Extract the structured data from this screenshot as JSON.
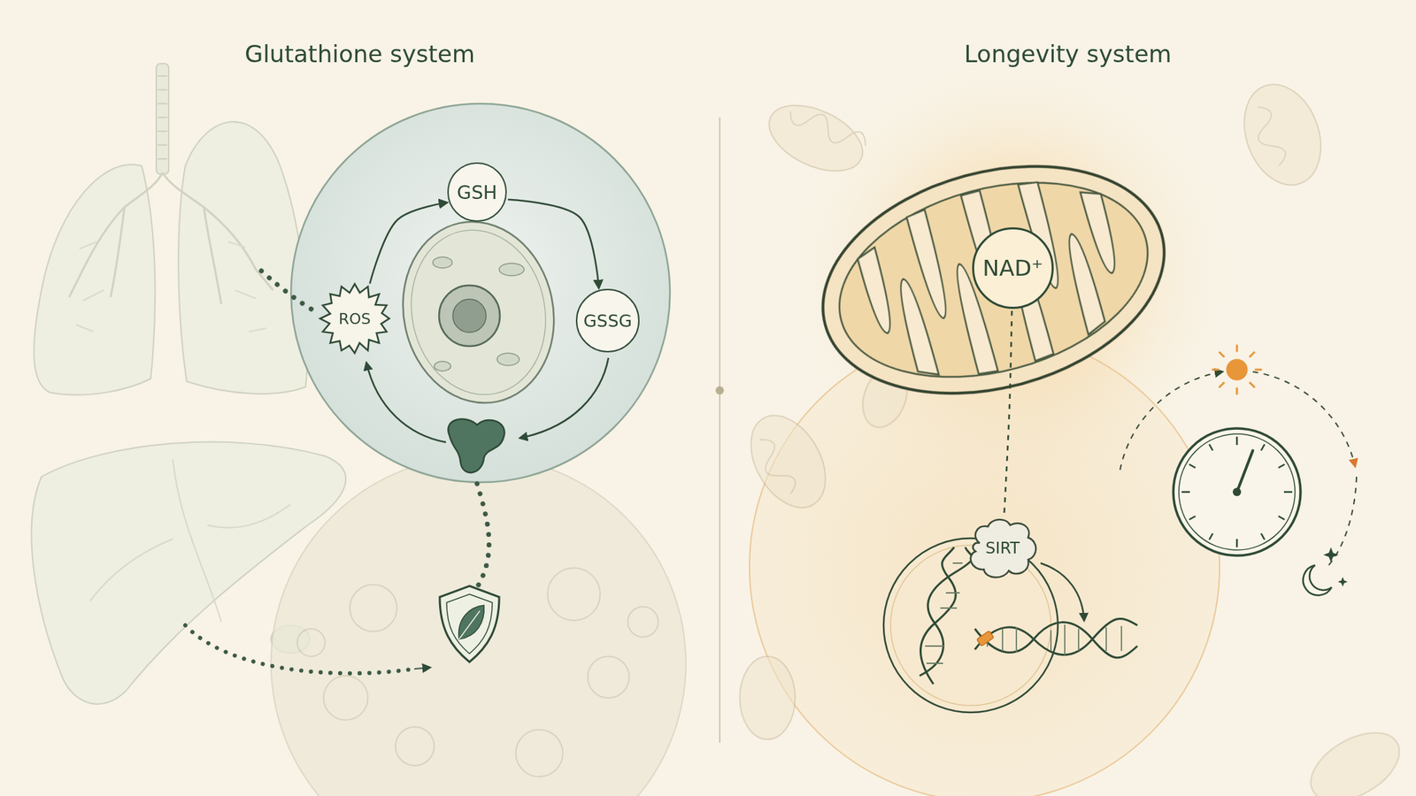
{
  "diagram": {
    "nodes": [
      {
        "text": [
          "Glutathione system"
        ]
      },
      {
        "text": [
          "GSH"
        ],
        "in": 0
      },
      {
        "text": [
          "GSSG"
        ],
        "in": 0
      },
      {
        "text": [
          "ROS"
        ],
        "in": 0
      },
      {
        "text": [
          "Longevity system"
        ]
      },
      {
        "text": [
          "NAD⁺"
        ],
        "in": 4
      },
      {
        "text": [
          "SIRT"
        ],
        "in": 4
      }
    ],
    "edges": [
      {
        "from": 3,
        "to": 1,
        "arrow": "to"
      },
      {
        "from": 1,
        "to": 2,
        "arrow": "to"
      },
      {
        "from": 5,
        "to": 6,
        "arrow": "none"
      }
    ]
  }
}
